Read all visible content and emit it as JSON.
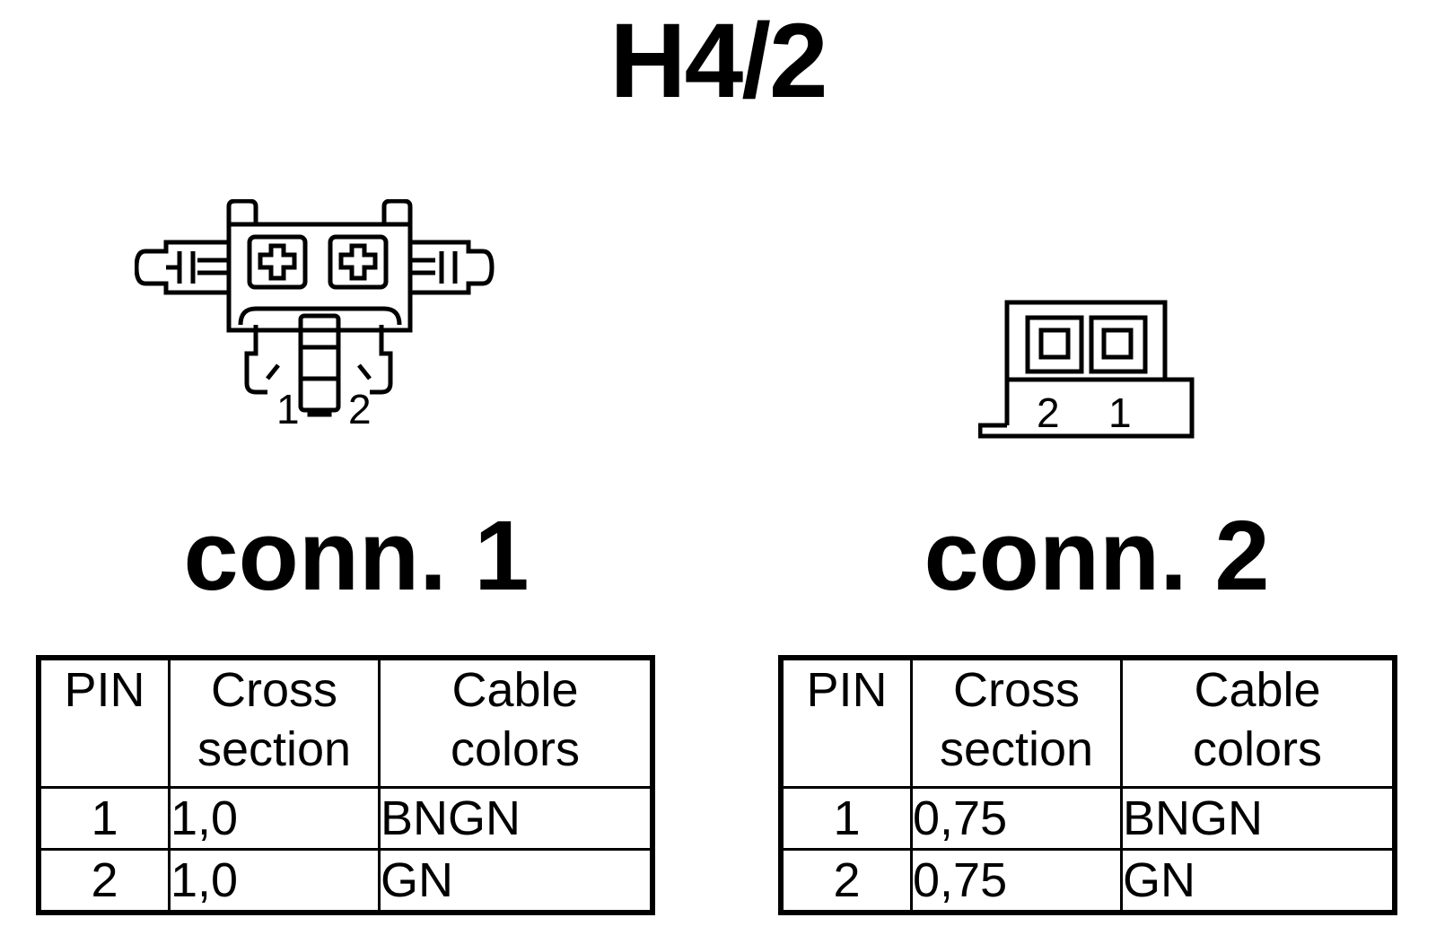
{
  "title": "H4/2",
  "connectors": [
    {
      "label": "conn. 1",
      "drawing_pin_labels": [
        "1",
        "2"
      ],
      "table": {
        "headers": {
          "pin": "PIN",
          "cross_section_line1": "Cross",
          "cross_section_line2": "section",
          "colors_line1": "Cable",
          "colors_line2": "colors"
        },
        "rows": [
          {
            "pin": "1",
            "cross_section": "1,0",
            "color": "BNGN"
          },
          {
            "pin": "2",
            "cross_section": "1,0",
            "color": "GN"
          }
        ]
      }
    },
    {
      "label": "conn. 2",
      "drawing_pin_labels": [
        "2",
        "1"
      ],
      "table": {
        "headers": {
          "pin": "PIN",
          "cross_section_line1": "Cross",
          "cross_section_line2": "section",
          "colors_line1": "Cable",
          "colors_line2": "colors"
        },
        "rows": [
          {
            "pin": "1",
            "cross_section": "0,75",
            "color": "BNGN"
          },
          {
            "pin": "2",
            "cross_section": "0,75",
            "color": "GN"
          }
        ]
      }
    }
  ]
}
